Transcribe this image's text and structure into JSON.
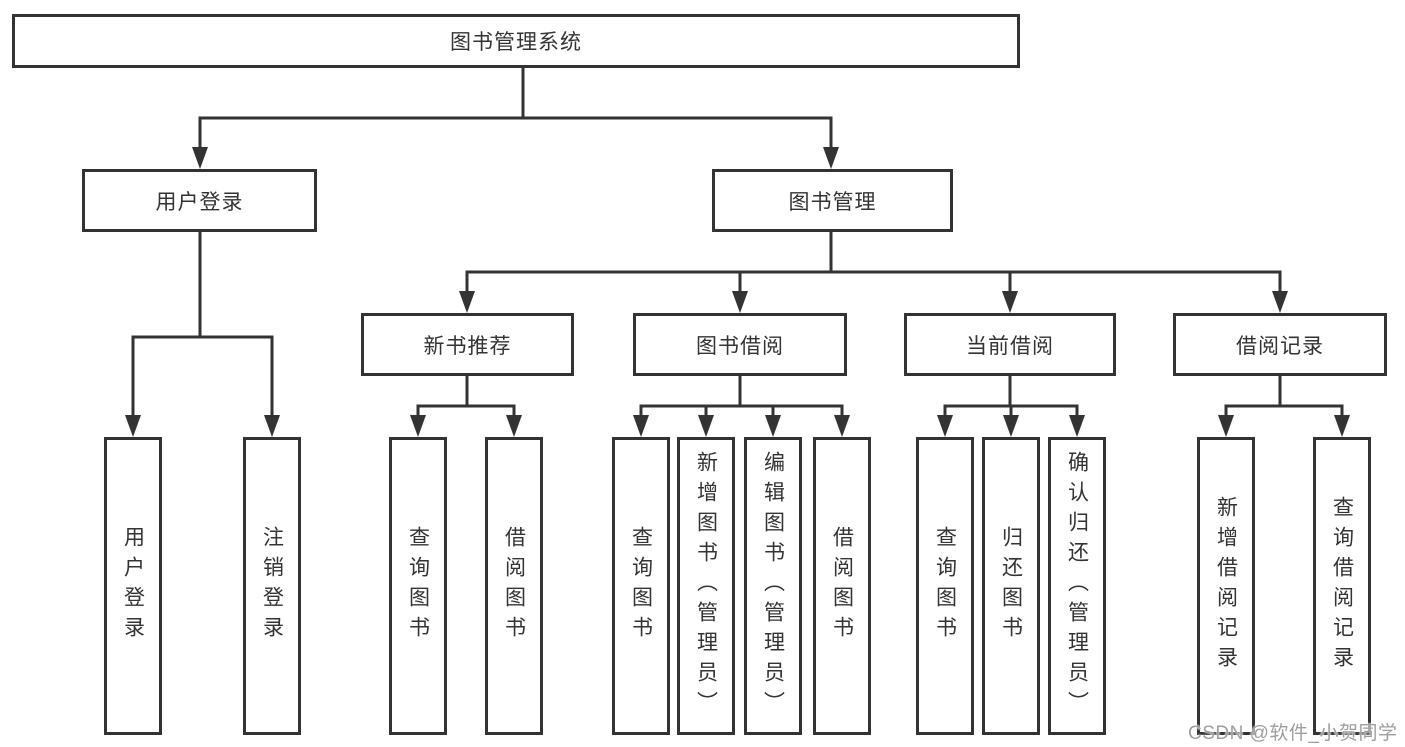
{
  "diagram": {
    "root": {
      "label": "图书管理系统"
    },
    "user_login": {
      "label": "用户登录",
      "children": [
        "用户登录",
        "注销登录"
      ]
    },
    "book_management": {
      "label": "图书管理",
      "sections": [
        {
          "label": "新书推荐",
          "children": [
            "查询图书",
            "借阅图书"
          ]
        },
        {
          "label": "图书借阅",
          "children": [
            "查询图书",
            "新增图书（管理员）",
            "编辑图书（管理员）",
            "借阅图书"
          ]
        },
        {
          "label": "当前借阅",
          "children": [
            "查询图书",
            "归还图书",
            "确认归还（管理员）"
          ]
        },
        {
          "label": "借阅记录",
          "children": [
            "新增借阅记录",
            "查询借阅记录"
          ]
        }
      ]
    }
  },
  "watermark": {
    "text": "CSDN @软件_小贺同学"
  },
  "colors": {
    "line": "#333333",
    "box_border": "#333333",
    "text": "#333333",
    "watermark_text": "#9e9e9e",
    "background": "#ffffff"
  }
}
